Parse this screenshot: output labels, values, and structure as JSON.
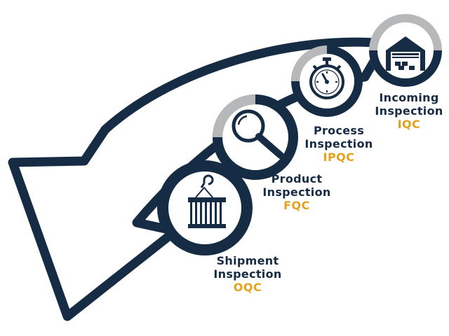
{
  "colors": {
    "navy": "#162c45",
    "ring_gray": "#b7b8ba",
    "accent": "#e3a11c",
    "background": "#ffffff"
  },
  "stages": [
    {
      "line1": "Incoming",
      "line2": "Inspection",
      "code": "IQC",
      "icon": "warehouse-icon"
    },
    {
      "line1": "Process",
      "line2": "Inspection",
      "code": "IPQC",
      "icon": "stopwatch-icon"
    },
    {
      "line1": "Product",
      "line2": "Inspection",
      "code": "FQC",
      "icon": "magnifier-icon"
    },
    {
      "line1": "Shipment",
      "line2": "Inspection",
      "code": "OQC",
      "icon": "container-crane-icon"
    }
  ]
}
